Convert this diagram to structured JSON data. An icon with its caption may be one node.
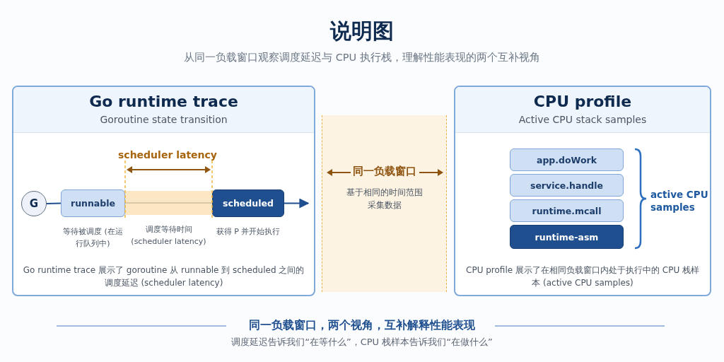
{
  "diagram": {
    "title": "说明图",
    "nodes": [
      {
        "text": [
          "Go runtime trace",
          "Goroutine state transition",
          "Go runtime trace 展示了 goroutine 从 runnable 到 scheduled 之间的调度延迟 (scheduler latency)"
        ]
      },
      {
        "text": [
          "G"
        ],
        "in": 0
      },
      {
        "text": [
          "runnable"
        ],
        "in": 0,
        "beside": [
          "等待被调度 (在运行队列中)"
        ]
      },
      {
        "text": [],
        "shape": "bar",
        "in": 0,
        "beside": [
          "调度等待时间 (scheduler latency)"
        ]
      },
      {
        "text": [
          "scheduled"
        ],
        "in": 0,
        "beside": [
          "获得 P 并开始执行"
        ]
      },
      {
        "text": [
          "同一负载窗口",
          "基于相同的时间范围采集数据"
        ]
      },
      {
        "text": [
          "CPU profile",
          "Active CPU stack samples",
          "CPU profile 展示了在相同负载窗口内处于执行中的 CPU 栈样本 (active CPU samples)"
        ]
      },
      {
        "text": [
          "app.doWork"
        ],
        "in": 6
      },
      {
        "text": [
          "service.handle"
        ],
        "in": 6
      },
      {
        "text": [
          "runtime.mcall"
        ],
        "in": 6
      },
      {
        "text": [
          "runtime-asm"
        ],
        "in": 6
      }
    ],
    "edges": [
      {
        "from": 1,
        "to": 2,
        "arrow": "none"
      },
      {
        "from": 4,
        "to": null,
        "arrow": "to"
      }
    ],
    "labels": [
      "从同一负载窗口观察调度延迟与 CPU 执行栈，理解性能表现的两个互补视角",
      "scheduler latency",
      "active CPU samples",
      "同一负载窗口，两个视角，互补解释性能表现",
      "调度延迟告诉我们“在等什么”，CPU 栈样本告诉我们“在做什么”"
    ]
  }
}
